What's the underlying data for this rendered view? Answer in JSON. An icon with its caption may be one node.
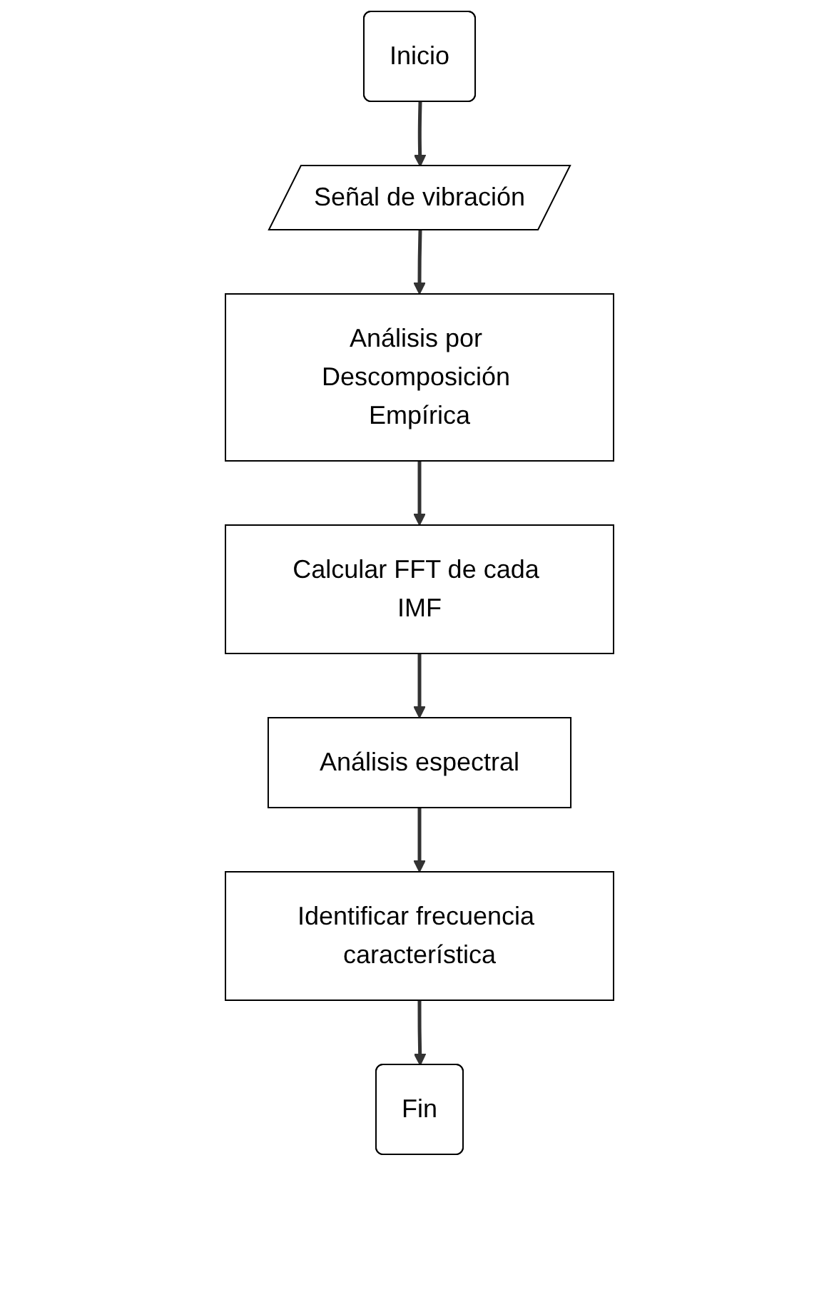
{
  "diagram": {
    "nodes": [
      {
        "text": [
          "Inicio"
        ]
      },
      {
        "text": [
          "Señal de vibración"
        ]
      },
      {
        "text": [
          "Análisis por Descomposición Empírica"
        ]
      },
      {
        "text": [
          "Calcular FFT de cada IMF"
        ]
      },
      {
        "text": [
          "Análisis espectral"
        ]
      },
      {
        "text": [
          "Identificar frecuencia característica"
        ]
      },
      {
        "text": [
          "Fin"
        ]
      }
    ],
    "edges": [
      {
        "from": 0,
        "to": 1,
        "arrow": "to"
      },
      {
        "from": 1,
        "to": 2,
        "arrow": "to"
      },
      {
        "from": 2,
        "to": 3,
        "arrow": "to"
      },
      {
        "from": 3,
        "to": 4,
        "arrow": "to"
      },
      {
        "from": 4,
        "to": 5,
        "arrow": "to"
      },
      {
        "from": 5,
        "to": 6,
        "arrow": "to"
      }
    ]
  }
}
